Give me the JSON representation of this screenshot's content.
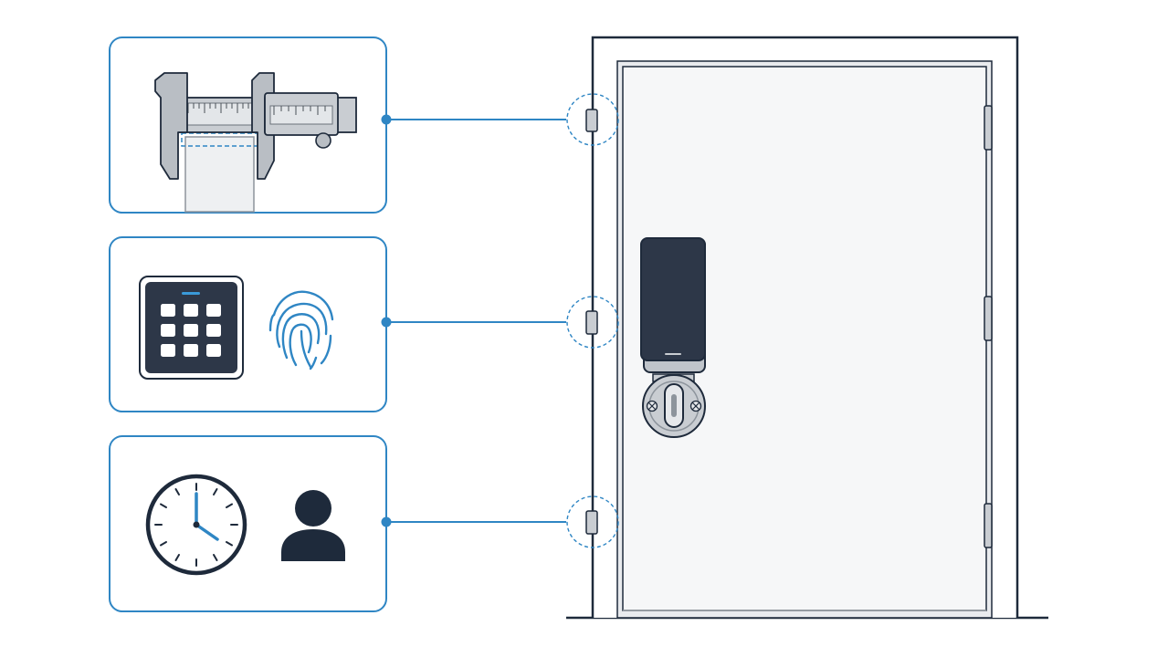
{
  "colors": {
    "accent": "#2f86c4",
    "outline": "#1e2a3b",
    "device_body": "#2d3748",
    "metal": "#c9cdd2",
    "door_fill": "#f6f7f8"
  },
  "panels": [
    {
      "id": "measurement",
      "icons": [
        "caliper-icon"
      ],
      "links_to": "hinge-top"
    },
    {
      "id": "access-methods",
      "icons": [
        "keypad-icon",
        "fingerprint-icon"
      ],
      "links_to": "hinge-middle"
    },
    {
      "id": "time-and-user",
      "icons": [
        "clock-icon",
        "user-icon"
      ],
      "links_to": "hinge-bottom"
    }
  ],
  "door": {
    "hinges": [
      "hinge-top",
      "hinge-middle",
      "hinge-bottom"
    ],
    "lock": [
      "smart-lock-reader",
      "deadbolt-thumbturn"
    ]
  }
}
